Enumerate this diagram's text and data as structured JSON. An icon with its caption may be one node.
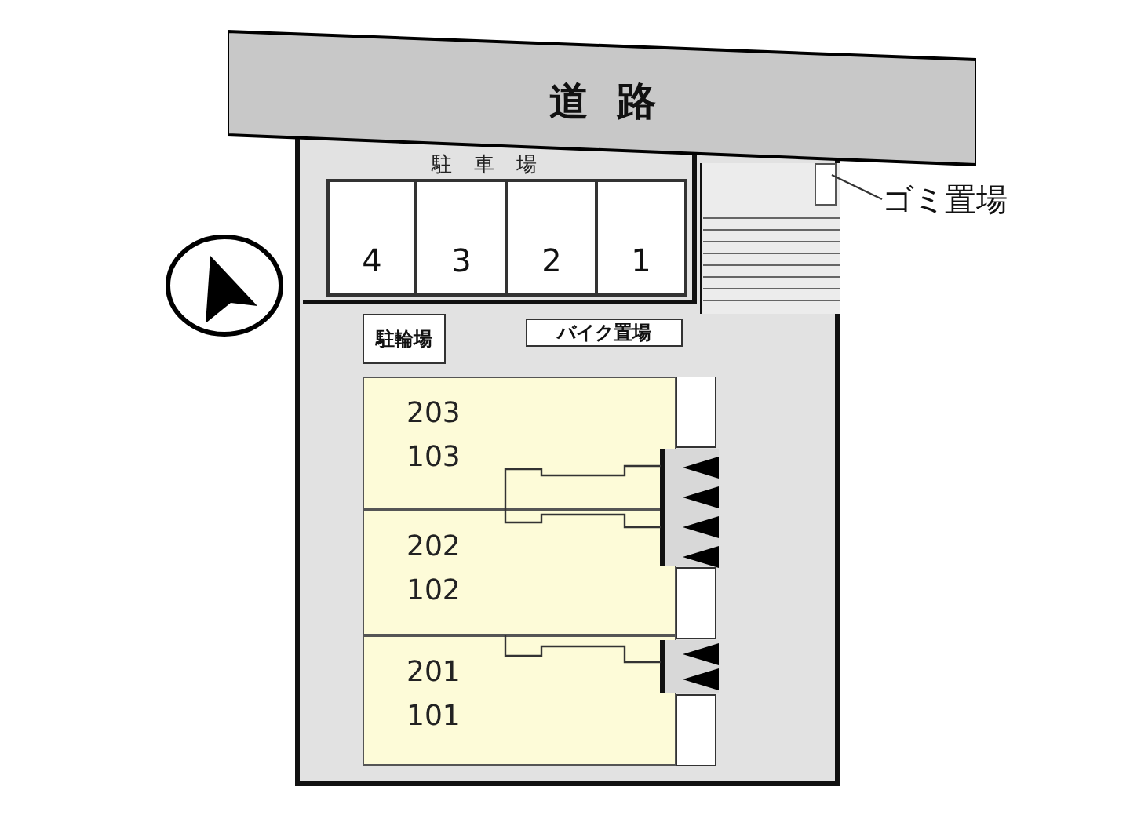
{
  "diagram": {
    "nodes": [
      {
        "text": [
          "道路"
        ]
      },
      {
        "text": [],
        "shape": "box"
      },
      {
        "text": [
          "駐車場"
        ],
        "in": 1
      },
      {
        "text": [
          "4"
        ],
        "in": 2
      },
      {
        "text": [
          "3"
        ],
        "in": 2
      },
      {
        "text": [
          "2"
        ],
        "in": 2
      },
      {
        "text": [
          "1"
        ],
        "in": 2
      },
      {
        "text": [
          "駐輪場"
        ],
        "in": 1
      },
      {
        "text": [
          "バイク置場"
        ],
        "in": 1
      },
      {
        "text": [
          "203",
          "103"
        ],
        "in": 1
      },
      {
        "text": [
          "202",
          "102"
        ],
        "in": 1
      },
      {
        "text": [
          "201",
          "101"
        ],
        "in": 1
      },
      {
        "text": [],
        "shape": "box",
        "in": 1
      },
      {
        "text": [
          "ゴミ置場"
        ]
      }
    ],
    "edges": [
      {
        "from": 13,
        "to": 12,
        "arrow": "none"
      }
    ]
  }
}
